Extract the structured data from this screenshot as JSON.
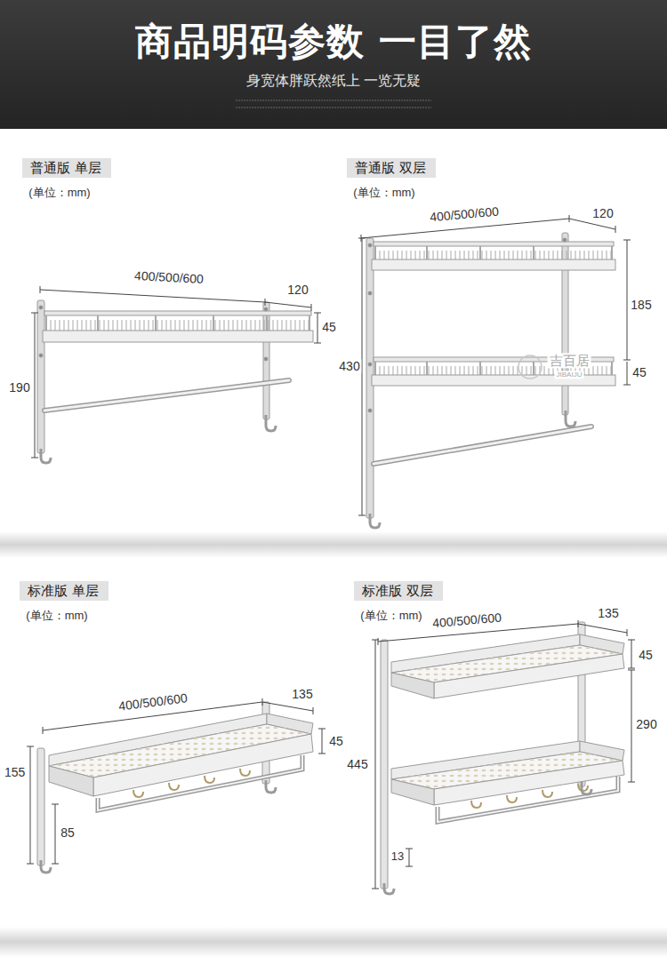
{
  "diagram": {
    "title": "商品明码参数 一目了然",
    "nodes": [
      {
        "text": [
          "普通版 单层"
        ]
      },
      {
        "text": [
          "普通版 双层"
        ]
      },
      {
        "text": [
          "标准版 单层"
        ]
      },
      {
        "text": [
          "标准版 双层"
        ]
      }
    ],
    "labels": [
      "身宽体胖跃然纸上 一览无疑",
      "(单位：mm)",
      "400/500/600",
      "120",
      "45",
      "190",
      "(单位：mm)",
      "400/500/600",
      "120",
      "185",
      "45",
      "430",
      "吉百居",
      "JIBAIJU",
      "(单位：mm)",
      "400/500/600",
      "135",
      "45",
      "155",
      "85",
      "(单位：mm)",
      "400/500/600",
      "135",
      "45",
      "290",
      "445",
      "13"
    ]
  }
}
